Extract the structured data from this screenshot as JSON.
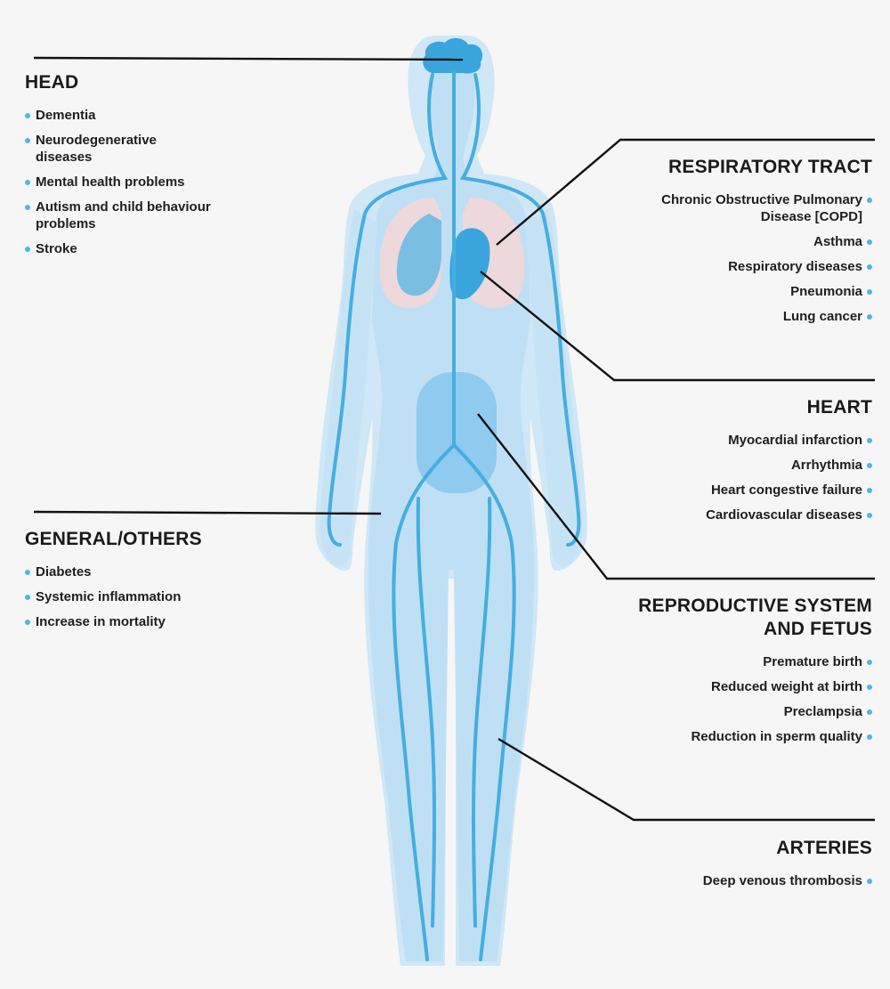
{
  "colors": {
    "background": "#f6f6f6",
    "body_outer": "#cfe7f6",
    "body_inner": "#bfe0f4",
    "vessels": "#45aee0",
    "organs": "#5cb8e6",
    "lungs_tint": "#f4d6d6",
    "bullet": "#4fb6e3",
    "lines": "#111111"
  },
  "sections": {
    "head": {
      "title": "HEAD",
      "items": [
        "Dementia",
        "Neurodegenerative\ndiseases",
        "Mental health problems",
        "Autism and child behaviour\nproblems",
        "Stroke"
      ]
    },
    "general": {
      "title": "GENERAL/OTHERS",
      "items": [
        "Diabetes",
        "Systemic inflammation",
        "Increase in mortality"
      ]
    },
    "respiratory": {
      "title": "RESPIRATORY TRACT",
      "items": [
        "Chronic Obstructive Pulmonary\nDisease [COPD]",
        "Asthma",
        "Respiratory diseases",
        "Pneumonia",
        "Lung cancer"
      ]
    },
    "heart": {
      "title": "HEART",
      "items": [
        "Myocardial infarction",
        "Arrhythmia",
        "Heart congestive failure",
        "Cardiovascular diseases"
      ]
    },
    "reproductive": {
      "title": "REPRODUCTIVE SYSTEM\nAND FETUS",
      "items": [
        "Premature birth",
        "Reduced weight at birth",
        "Preclampsia",
        "Reduction in sperm quality"
      ]
    },
    "arteries": {
      "title": "ARTERIES",
      "items": [
        "Deep venous thrombosis"
      ]
    }
  }
}
